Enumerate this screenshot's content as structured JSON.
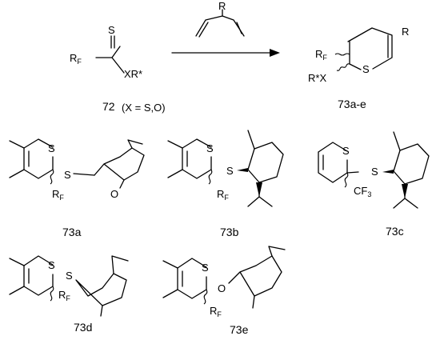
{
  "reaction": {
    "reagent": {
      "thiocarbonyl_S": "S",
      "rf_label": "R",
      "rf_sub": "F",
      "xr_label": "XR*",
      "compound_number": "72",
      "condition": "(X = S,O)"
    },
    "diene_substituent": "R",
    "product": {
      "ring_S": "S",
      "ring_R": "R",
      "rf_label": "R",
      "rf_sub": "F",
      "rx_label": "R*X",
      "compound_number": "73a-e"
    }
  },
  "compounds": [
    {
      "id": "73a",
      "ring_S": "S",
      "exo_atom": "S",
      "substituent": "R",
      "substituent_sub": "F",
      "ketone_O": "O"
    },
    {
      "id": "73b",
      "ring_S": "S",
      "exo_atom": "S",
      "substituent": "R",
      "substituent_sub": "F"
    },
    {
      "id": "73c",
      "ring_S": "S",
      "exo_atom": "S",
      "substituent": "CF",
      "substituent_sub": "3"
    },
    {
      "id": "73d",
      "ring_S": "S",
      "exo_atom": "S",
      "substituent": "R",
      "substituent_sub": "F"
    },
    {
      "id": "73e",
      "ring_S": "S",
      "exo_atom": "O",
      "substituent": "R",
      "substituent_sub": "F"
    }
  ]
}
